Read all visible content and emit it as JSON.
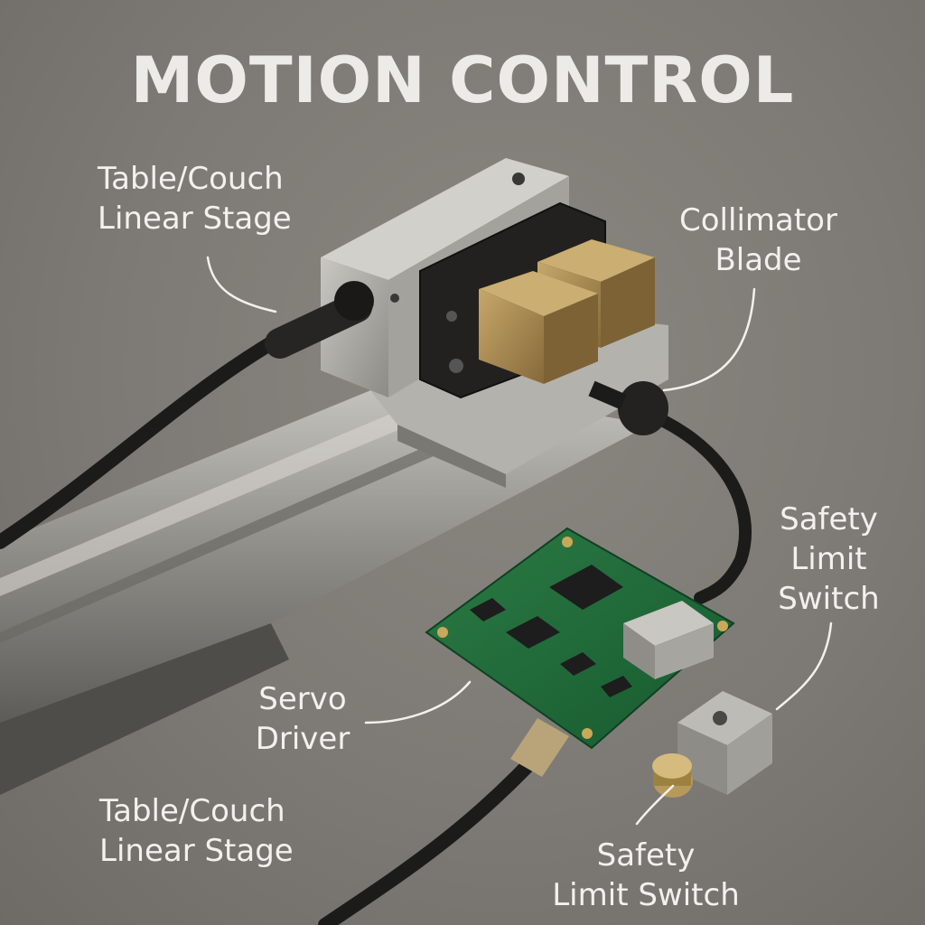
{
  "title": "MOTION CONTROL",
  "labels": {
    "table_couch_top": [
      "Table/Couch",
      "Linear Stage"
    ],
    "collimator_blade": [
      "Collimator",
      "Blade"
    ],
    "safety_limit_switch_right": [
      "Safety",
      "Limit",
      "Switch"
    ],
    "servo_driver": [
      "Servo",
      "Driver"
    ],
    "table_couch_bottom": [
      "Table/Couch",
      "Linear Stage"
    ],
    "safety_limit_switch_bottom": [
      "Safety",
      "Limit Switch"
    ]
  },
  "colors": {
    "background": "#7d7a75",
    "label_text": "#f2f1ee",
    "pcb_green": "#1f6b3a",
    "brass": "#a88a4e",
    "steel": "#a9a7a2"
  }
}
